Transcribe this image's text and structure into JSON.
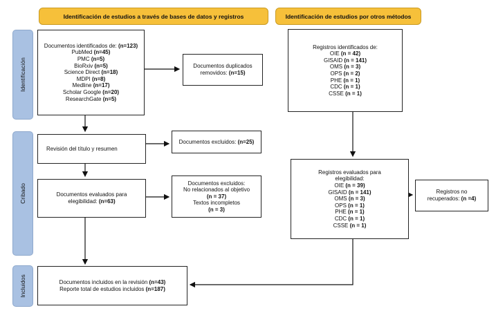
{
  "headers": {
    "databases": "Identificación de estudios a través de bases de datos y registros",
    "other_methods": "Identificación de estudios por otros métodos"
  },
  "phases": {
    "identification": "Identificación",
    "screening": "Cribado",
    "included": "Incluidos"
  },
  "db_identified": {
    "title": "Documentos identificados de: ",
    "title_n": "(n=123)",
    "sources": [
      {
        "name": "PubMed ",
        "n": "(n=45)"
      },
      {
        "name": "PMC ",
        "n": "(n=5)"
      },
      {
        "name": "BioRxiv ",
        "n": "(n=5)"
      },
      {
        "name": "Science Direct ",
        "n": "(n=18)"
      },
      {
        "name": "MDPI ",
        "n": "(n=8)"
      },
      {
        "name": "Medline ",
        "n": "(n=17)"
      },
      {
        "name": "Scholar Google ",
        "n": "(n=20)"
      },
      {
        "name": "ResearchGate ",
        "n": "(n=5)"
      }
    ]
  },
  "duplicates": {
    "line1": "Documentos duplicados",
    "line2": "removidos: ",
    "n": "(n=15)"
  },
  "title_review": {
    "label": "Revisión del título y resumen"
  },
  "excluded_1": {
    "label": "Documentos excluidos: ",
    "n": "(n=25)"
  },
  "eligibility": {
    "line1": "Documentos evaluados para",
    "line2": "elegibilidad: ",
    "n": "(n=63)"
  },
  "excluded_2": {
    "line1": "Documentos excluidos:",
    "line2": "No relacionados al objetivo",
    "n1": "(n = 37)",
    "line3": "Textos incompletos",
    "n2": "(n = 3)"
  },
  "included_box": {
    "line1": "Documentos incluidos en la revisión ",
    "n1": "(n=43)",
    "line2": "Reporte total de estudios incluidos ",
    "n2": "(n=187)"
  },
  "other_identified": {
    "title": "Registros identificados de:",
    "sources": [
      {
        "name": "OIE ",
        "n": "(n = 42)"
      },
      {
        "name": "GISAID ",
        "n": "(n = 141)"
      },
      {
        "name": "OMS ",
        "n": "(n = 3)"
      },
      {
        "name": "OPS ",
        "n": "(n = 2)"
      },
      {
        "name": "PHE ",
        "n": "(n = 1)"
      },
      {
        "name": "CDC ",
        "n": "(n = 1)"
      },
      {
        "name": "CSSE ",
        "n": "(n = 1)"
      }
    ]
  },
  "other_eligibility": {
    "line1": "Registros evaluados para",
    "line2": "elegibilidad:",
    "sources": [
      {
        "name": "OIE ",
        "n": "(n = 39)"
      },
      {
        "name": "GISAID ",
        "n": "(n = 141)"
      },
      {
        "name": "OMS ",
        "n": "(n = 3)"
      },
      {
        "name": "OPS ",
        "n": "(n = 1)"
      },
      {
        "name": "PHE ",
        "n": "(n = 1)"
      },
      {
        "name": "CDC ",
        "n": "(n = 1)"
      },
      {
        "name": "CSSE ",
        "n": "(n = 1)"
      }
    ]
  },
  "not_recovered": {
    "line1": "Registros no",
    "line2": "recuperados: ",
    "n": "(n =4)"
  }
}
